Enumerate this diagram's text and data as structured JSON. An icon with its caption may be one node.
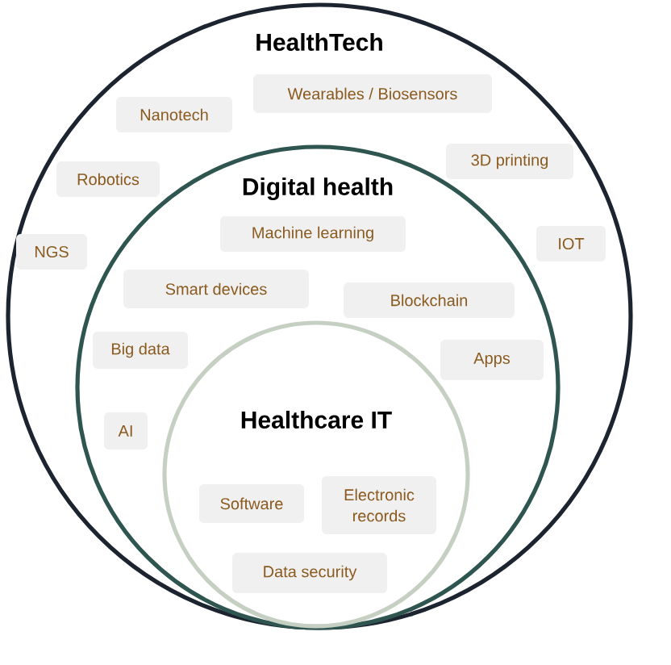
{
  "diagram": {
    "nodes": [
      {
        "text": [
          "HealthTech"
        ]
      },
      {
        "text": [
          "Wearables / Biosensors"
        ],
        "in": 0
      },
      {
        "text": [
          "Nanotech"
        ],
        "in": 0
      },
      {
        "text": [
          "3D printing"
        ],
        "in": 0
      },
      {
        "text": [
          "Robotics"
        ],
        "in": 0
      },
      {
        "text": [
          "IOT"
        ],
        "in": 0
      },
      {
        "text": [
          "NGS"
        ],
        "in": 0
      },
      {
        "text": [
          "Digital health"
        ],
        "in": 0
      },
      {
        "text": [
          "Machine learning"
        ],
        "in": 7
      },
      {
        "text": [
          "Smart devices"
        ],
        "in": 7
      },
      {
        "text": [
          "Blockchain"
        ],
        "in": 7
      },
      {
        "text": [
          "Big data"
        ],
        "in": 7
      },
      {
        "text": [
          "Apps"
        ],
        "in": 7
      },
      {
        "text": [
          "AI"
        ],
        "in": 7
      },
      {
        "text": [
          "Healthcare IT"
        ],
        "in": 7
      },
      {
        "text": [
          "Software"
        ],
        "in": 14
      },
      {
        "text": [
          "Electronic records"
        ],
        "in": 14
      },
      {
        "text": [
          "Data security"
        ],
        "in": 14
      }
    ]
  }
}
